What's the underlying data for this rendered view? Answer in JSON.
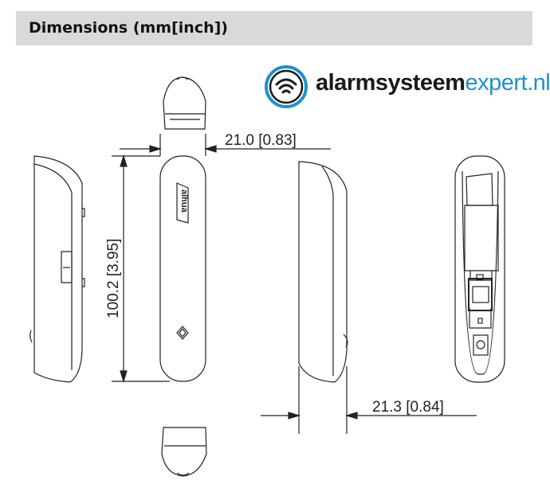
{
  "header": {
    "title": "Dimensions (mm[inch])"
  },
  "logo": {
    "name_bold": "alarmsysteem",
    "name_light": "expert.nl",
    "icon": "wifi-circle-icon",
    "accent_color": "#1e90d0"
  },
  "dimensions": {
    "width_front": "21.0  [0.83]",
    "height_front": "100.2  [3.95]",
    "width_side": "21.3  [0.84]"
  },
  "device": {
    "brand_mark": "alhua"
  }
}
